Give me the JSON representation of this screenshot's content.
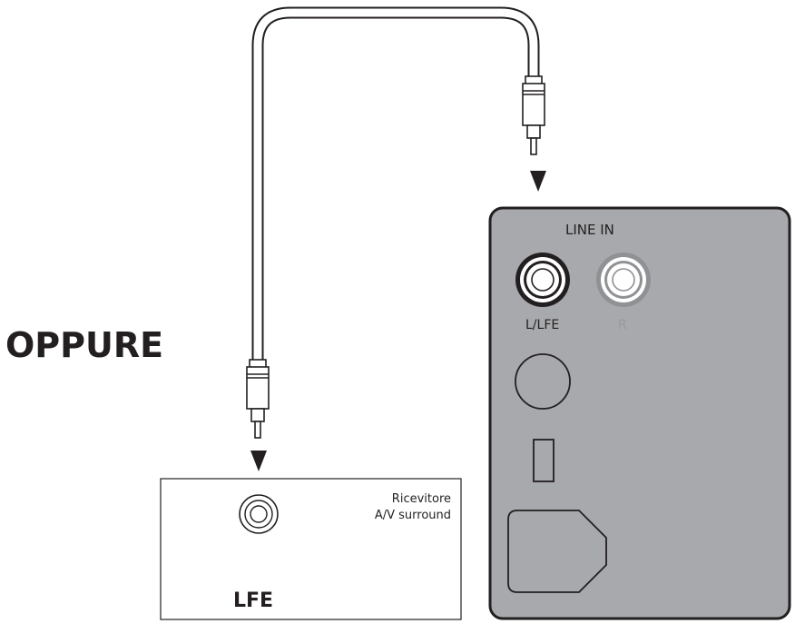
{
  "separator_text": "OPPURE",
  "speaker_panel": {
    "input_label": "LINE IN",
    "jack_left_label": "L/LFE",
    "jack_right_label": "R"
  },
  "receiver": {
    "name_line1": "Ricevitore",
    "name_line2": "A/V surround",
    "jack_label": "LFE"
  }
}
